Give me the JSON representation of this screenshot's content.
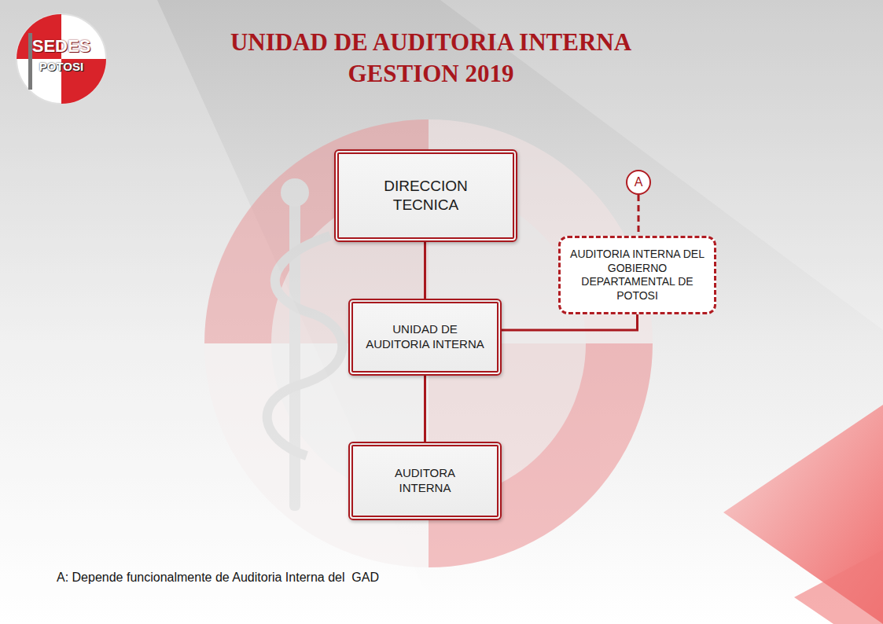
{
  "diagram": {
    "title": "UNIDAD DE AUDITORIA INTERNA GESTION 2019",
    "nodes": [
      {
        "text": [
          "DIRECCION TECNICA"
        ]
      },
      {
        "text": [
          "A"
        ]
      },
      {
        "text": [
          "AUDITORIA INTERNA DEL GOBIERNO DEPARTAMENTAL DE POTOSI"
        ]
      },
      {
        "text": [
          "UNIDAD DE AUDITORIA INTERNA"
        ]
      },
      {
        "text": [
          "AUDITORA INTERNA"
        ]
      }
    ],
    "edges": [
      {
        "from": 0,
        "to": 3,
        "arrow": "none"
      },
      {
        "from": 3,
        "to": 4,
        "arrow": "none"
      },
      {
        "from": 1,
        "to": 2,
        "arrow": "none"
      },
      {
        "from": 2,
        "to": 3,
        "arrow": "none"
      }
    ],
    "labels": [
      "SEDES",
      "POTOSI",
      "A: Depende funcionalmente de Auditoria Interna del  GAD"
    ]
  }
}
